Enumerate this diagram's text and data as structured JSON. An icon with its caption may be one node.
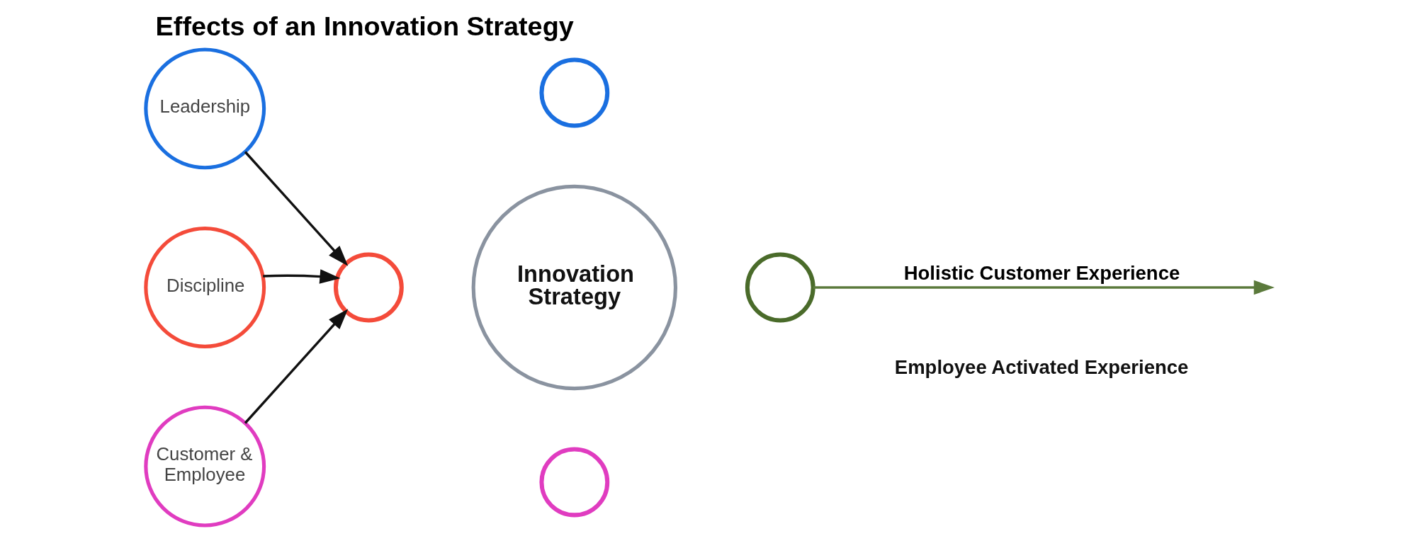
{
  "diagram": {
    "title": "Effects of an Innovation Strategy",
    "nodes": [
      {
        "text": [
          "Leadership"
        ]
      },
      {
        "text": [
          "Discipline"
        ]
      },
      {
        "text": [
          "Customer & Employee"
        ]
      },
      {
        "text": [
          "Innovation Strategy"
        ]
      },
      {
        "text": [],
        "shape": "circle"
      },
      {
        "text": [],
        "shape": "circle"
      },
      {
        "text": [],
        "shape": "circle"
      },
      {
        "text": [],
        "shape": "circle"
      }
    ],
    "edges": [
      {
        "from": 0,
        "to": 4,
        "arrow": "to"
      },
      {
        "from": 1,
        "to": 4,
        "arrow": "to"
      },
      {
        "from": 2,
        "to": 4,
        "arrow": "to"
      },
      {
        "from": 6,
        "to": null,
        "arrow": "to",
        "label": "Holistic Customer Experience",
        "color": "#5b7a3c"
      }
    ],
    "labels": [
      "Employee Activated Experience"
    ]
  }
}
